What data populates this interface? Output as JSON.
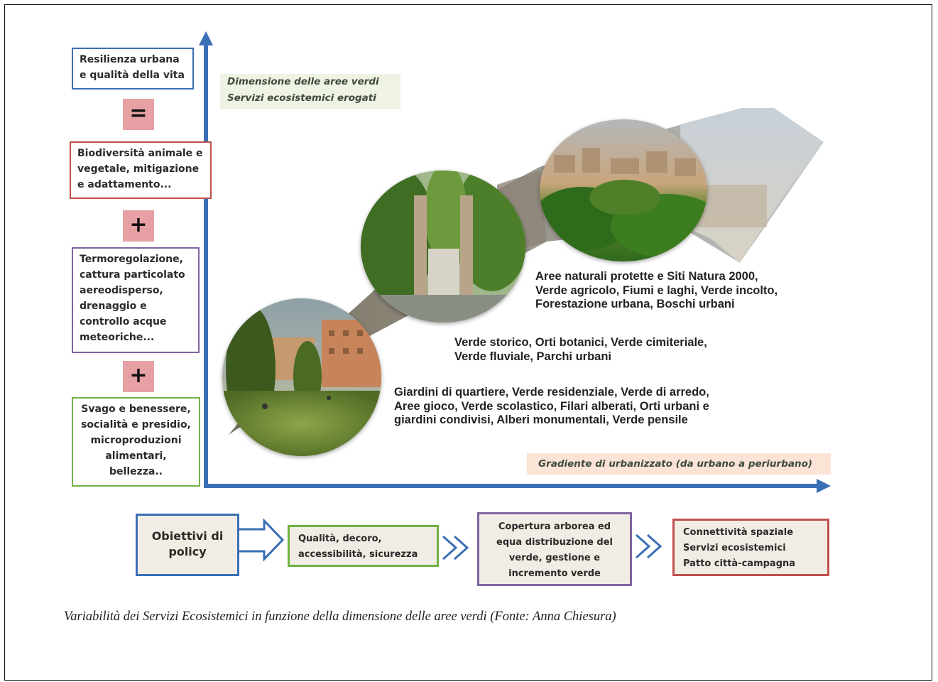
{
  "left_column": {
    "box1": "Resilienza urbana e qualità della vita",
    "sym1": "=",
    "box2": "Biodiversità animale e vegetale, mitigazione e adattamento...",
    "sym2": "+",
    "box3": "Termoregolazione, cattura particolato aereodisperso, drenaggio e controllo acque meteoriche...",
    "sym3": "+",
    "box4": "Svago e benessere, socialità e presidio, microproduzioni alimentari, bellezza.."
  },
  "y_axis_label": {
    "line1": "Dimensione delle aree verdi",
    "line2": "Servizi ecosistemici erogati"
  },
  "x_axis_label": "Gradiente di urbanizzato (da urbano a periurbano)",
  "categories": {
    "large": [
      "Aree naturali protette e Siti Natura 2000,",
      "Verde agricolo, Fiumi e laghi, Verde incolto,",
      "Forestazione urbana, Boschi urbani"
    ],
    "medium": [
      "Verde storico, Orti botanici, Verde cimiteriale,",
      "Verde fluviale, Parchi urbani"
    ],
    "small": [
      "Giardini di quartiere, Verde residenziale, Verde di arredo,",
      "Aree gioco, Verde scolastico, Filari alberati, Orti urbani e",
      "giardini condivisi, Alberi monumentali, Verde pensile"
    ]
  },
  "policy": {
    "title": "Obiettivi di policy",
    "step1": "Qualità, decoro, accessibilità, sicurezza",
    "step2": "Copertura arborea ed equa distribuzione del verde, gestione e incremento verde",
    "step3": [
      "Connettività spaziale",
      "Servizi ecosistemici",
      "Patto città-campagna"
    ]
  },
  "caption": "Variabilità dei Servizi Ecosistemici in funzione della dimensione delle aree verdi (Fonte: Anna Chiesura)",
  "colors": {
    "axis": "#3b6fb5",
    "blue_border": "#3b6fb5",
    "red_border": "#c0504d",
    "purple_border": "#8064a2",
    "green_border": "#70b244",
    "symbol_fill": "#e7a0a3",
    "y_label_bg": "#eef3e4",
    "x_label_bg": "#fbe4d6",
    "policy_bg": "#f2ede4"
  }
}
